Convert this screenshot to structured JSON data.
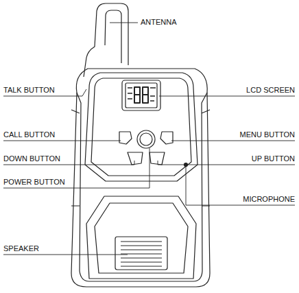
{
  "diagram": {
    "labels": [
      "ANTENNA",
      "TALK BUTTON",
      "LCD SCREEN",
      "CALL BUTTON",
      "MENU BUTTON",
      "DOWN BUTTON",
      "UP BUTTON",
      "POWER BUTTON",
      "MICROPHONE",
      "SPEAKER"
    ]
  }
}
